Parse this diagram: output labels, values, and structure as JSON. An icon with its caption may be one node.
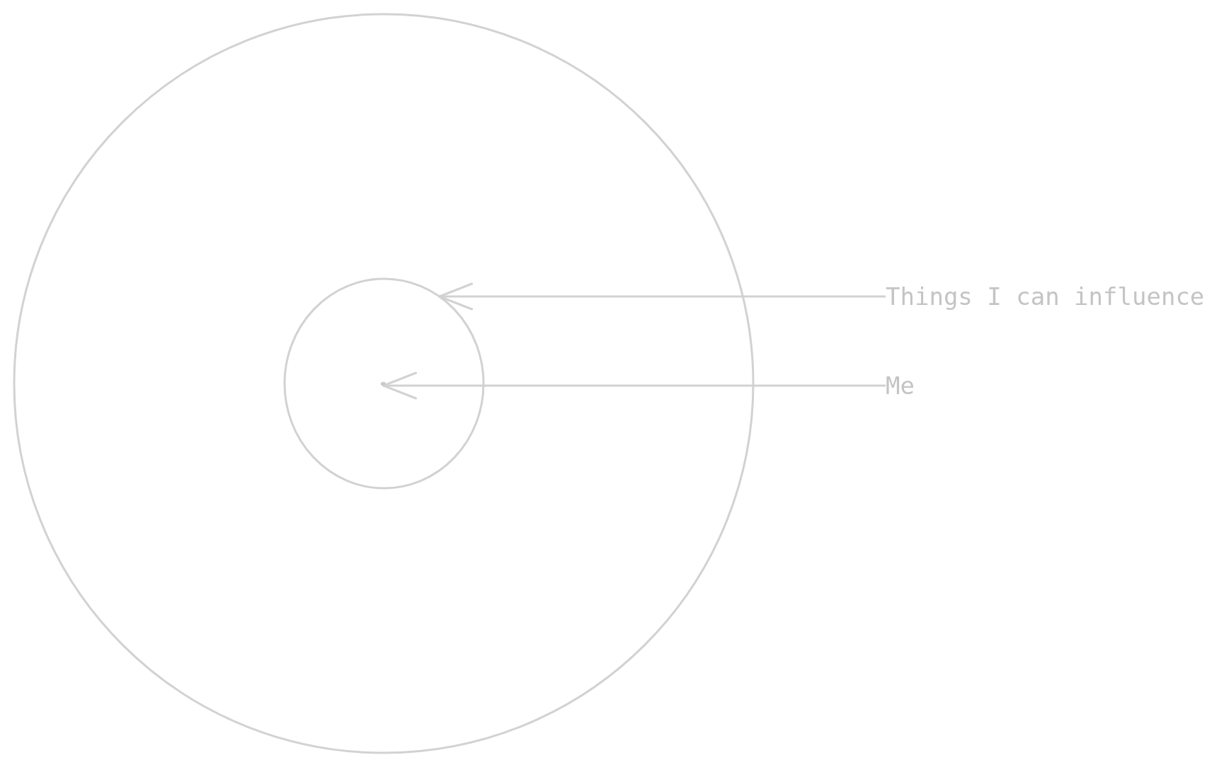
{
  "diagram": {
    "nodes": [
      {
        "text": [],
        "shape": "circle"
      },
      {
        "text": [],
        "shape": "circle",
        "in": 0
      },
      {
        "text": [],
        "shape": "circle",
        "in": 1
      },
      {
        "text": [
          "Things I can influence"
        ]
      },
      {
        "text": [
          "Me"
        ]
      }
    ],
    "edges": [
      {
        "from": 3,
        "to": 1,
        "arrow": "to"
      },
      {
        "from": 4,
        "to": 2,
        "arrow": "to"
      }
    ]
  }
}
